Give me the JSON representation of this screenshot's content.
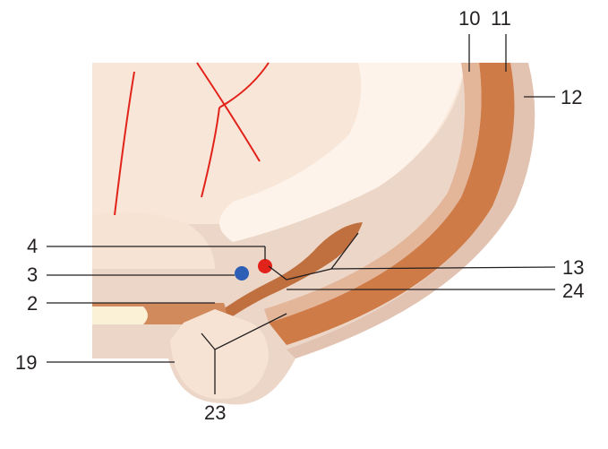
{
  "labels": {
    "l10": "10",
    "l11": "11",
    "l12": "12",
    "l4": "4",
    "l3": "3",
    "l2": "2",
    "l19": "19",
    "l13": "13",
    "l24": "24",
    "l23": "23"
  },
  "colors": {
    "background": "#ffffff",
    "tissue_outer": "#e9d3c6",
    "tissue_light": "#f8e4d4",
    "tissue_pale": "#fcefe4",
    "muscle_dark": "#cf7b48",
    "muscle_mid": "#dc9a6d",
    "vessel_red": "#e2231a",
    "vessel_blue": "#2c5fb5",
    "leader_line": "#231f20"
  }
}
